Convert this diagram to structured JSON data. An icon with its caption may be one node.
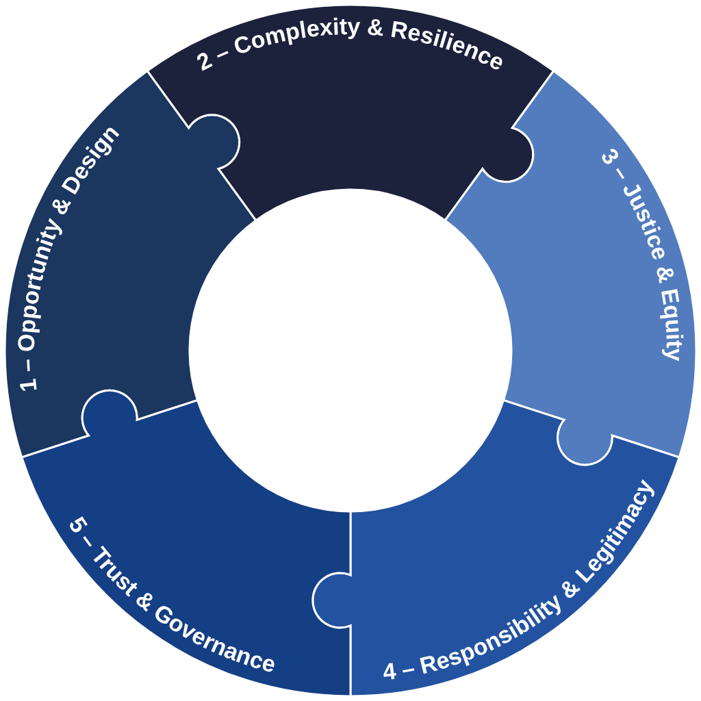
{
  "diagram": {
    "nodes": [
      {
        "text": [
          "1 – Opportunity & Design"
        ]
      },
      {
        "text": [
          "2 – Complexity & Resilience"
        ]
      },
      {
        "text": [
          "3 – Justice & Equity"
        ]
      },
      {
        "text": [
          "4 – Responsibility & Legitimacy"
        ]
      },
      {
        "text": [
          "5 – Trust & Governance"
        ]
      }
    ]
  }
}
